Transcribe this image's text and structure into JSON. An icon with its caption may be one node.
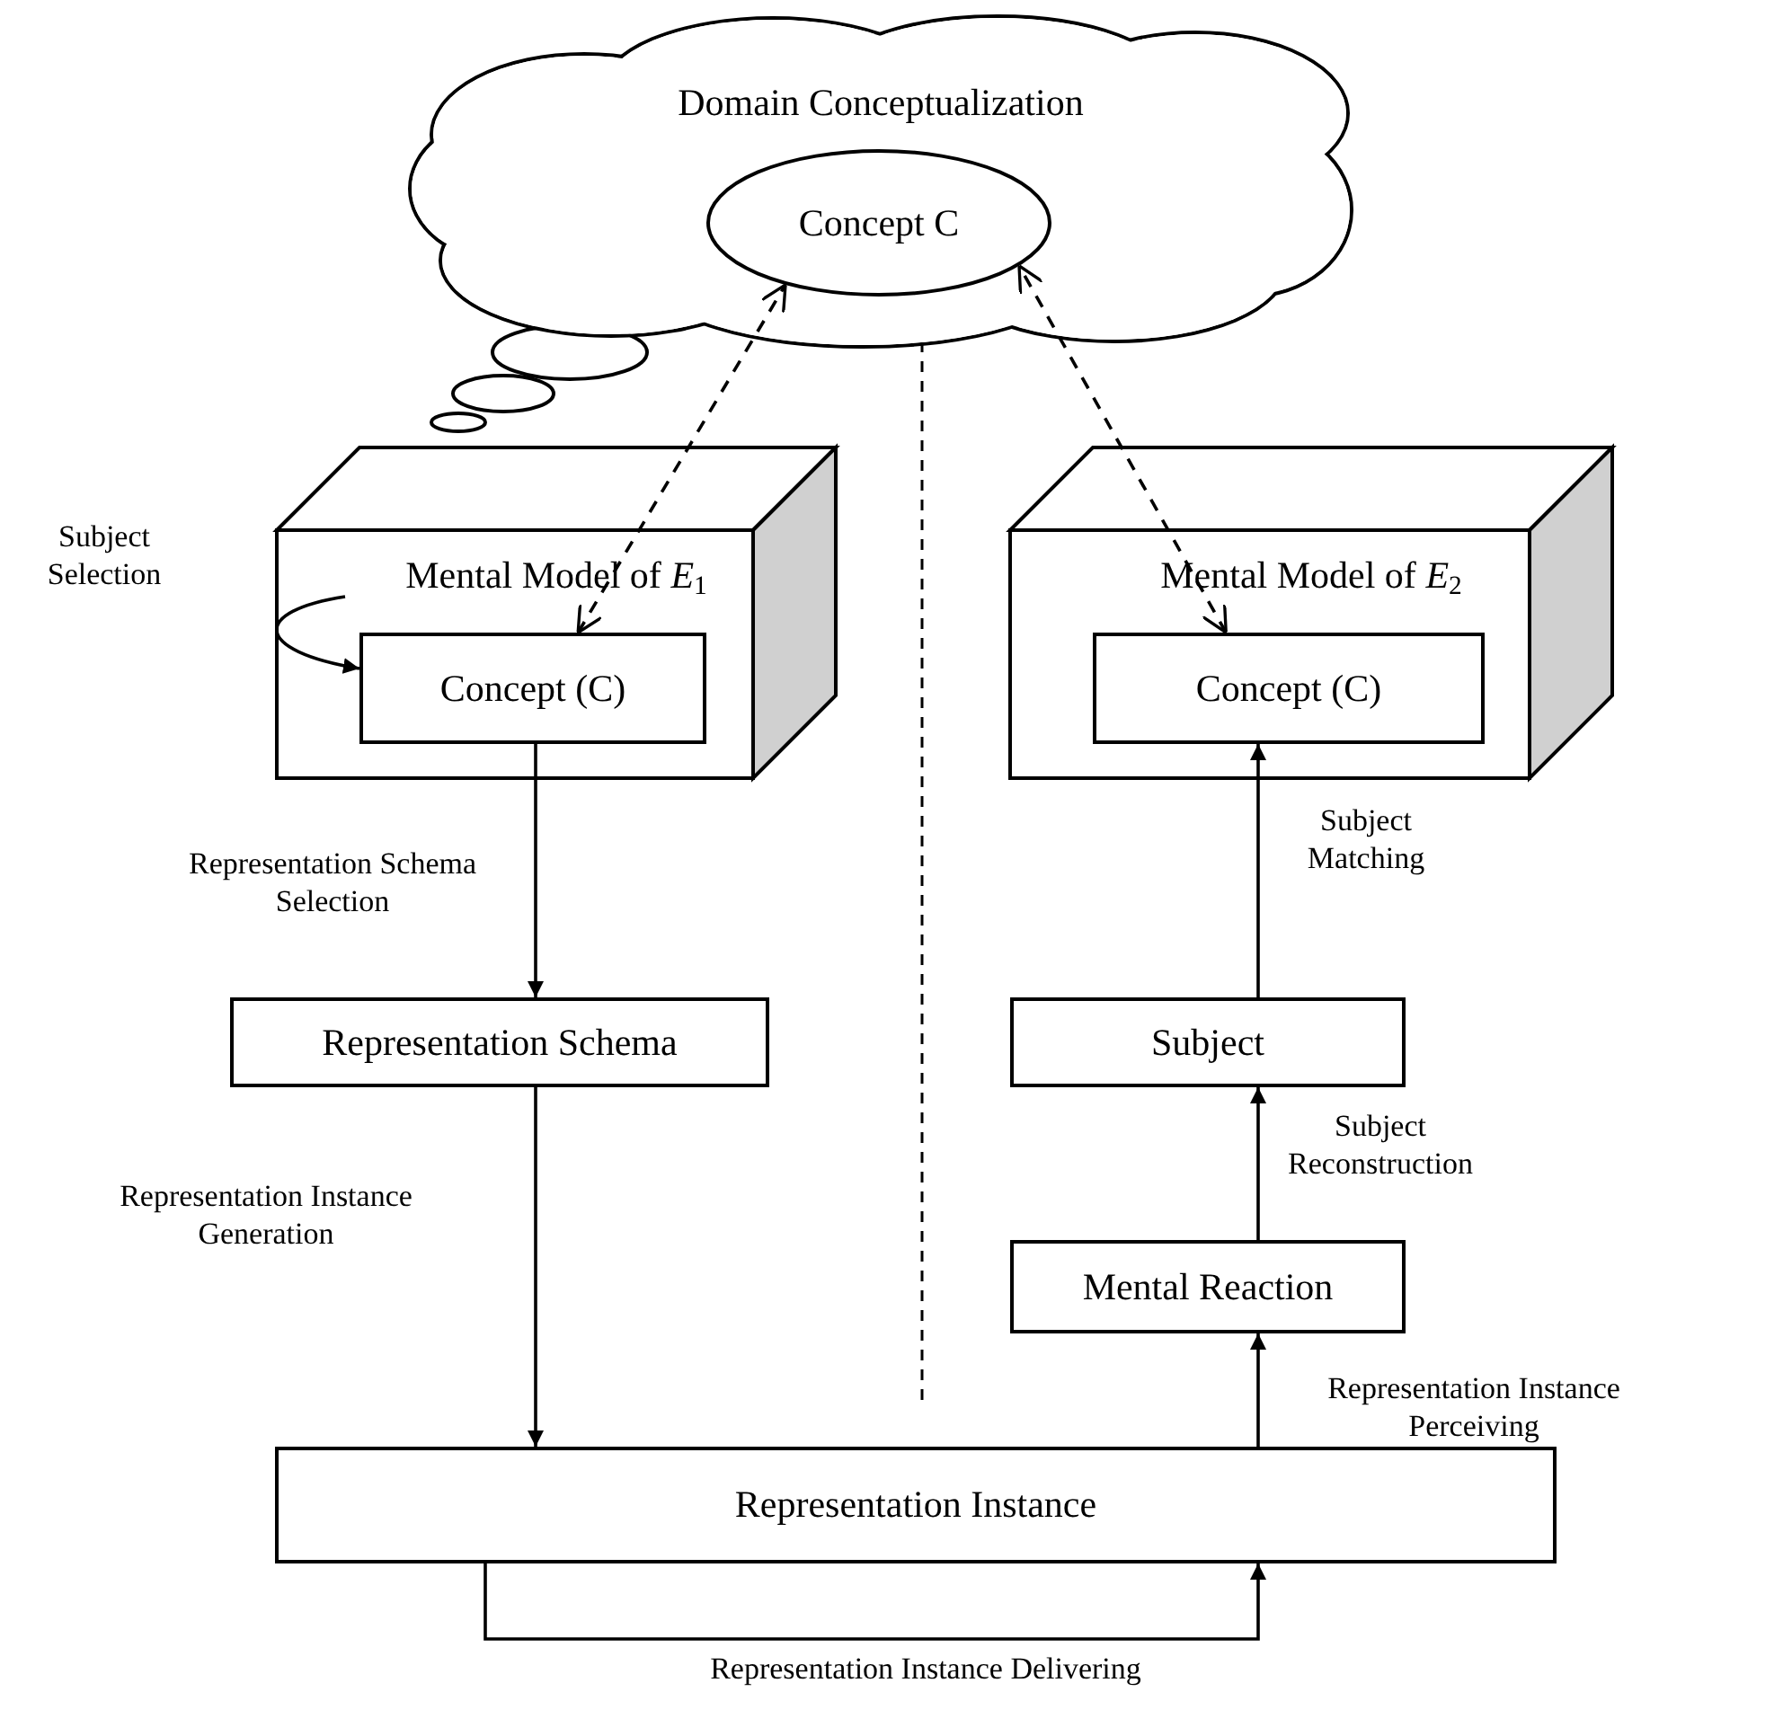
{
  "diagram": {
    "nodes": [
      {
        "text": [
          "Domain Conceptualization"
        ]
      },
      {
        "text": [
          "Concept C"
        ],
        "in": 0
      },
      {
        "text": [
          "Mental Model of *E*$_{1}$"
        ]
      },
      {
        "text": [
          "Concept (C)"
        ],
        "in": 2
      },
      {
        "text": [
          "Mental Model of *E*$_{2}$"
        ]
      },
      {
        "text": [
          "Concept (C)"
        ],
        "in": 4
      },
      {
        "text": [
          "Representation Schema"
        ]
      },
      {
        "text": [
          "Subject"
        ]
      },
      {
        "text": [
          "Mental Reaction"
        ]
      },
      {
        "text": [
          "Representation Instance"
        ]
      }
    ],
    "edges": [
      {
        "from": 3,
        "to": 1,
        "arrow": "both",
        "style": "dashed"
      },
      {
        "from": 5,
        "to": 1,
        "arrow": "both",
        "style": "dashed"
      },
      {
        "from": null,
        "to": 3,
        "arrow": "to",
        "label": "Subject Selection"
      },
      {
        "from": 3,
        "to": 6,
        "arrow": "to",
        "label": "Representation Schema Selection"
      },
      {
        "from": 6,
        "to": 9,
        "arrow": "to",
        "label": "Representation Instance Generation"
      },
      {
        "from": 9,
        "to": 9,
        "arrow": "to",
        "label": "Representation Instance Delivering"
      },
      {
        "from": 9,
        "to": 8,
        "arrow": "to",
        "label": "Representation Instance Perceiving"
      },
      {
        "from": 8,
        "to": 7,
        "arrow": "to",
        "label": "Subject Reconstruction"
      },
      {
        "from": 7,
        "to": 5,
        "arrow": "to",
        "label": "Subject Matching"
      }
    ]
  }
}
